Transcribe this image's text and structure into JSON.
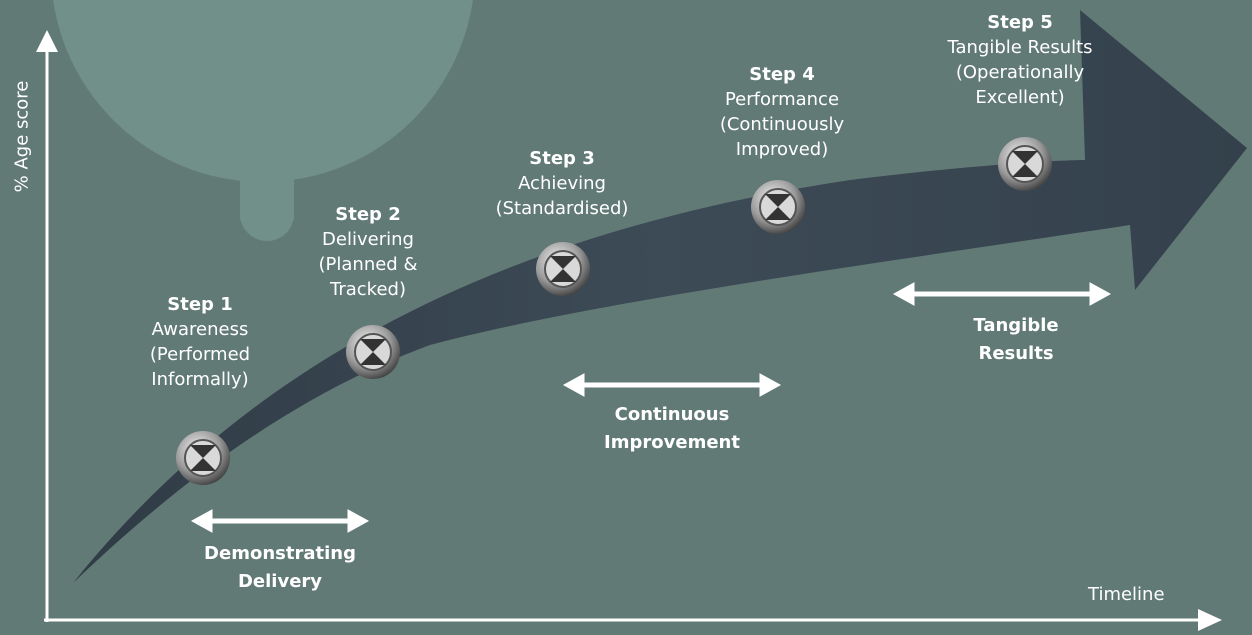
{
  "axes": {
    "x_label": "Timeline",
    "y_label": "% Age score"
  },
  "steps": [
    {
      "title": "Step 1",
      "lines": [
        "Awareness",
        "(Performed",
        "Informally)"
      ]
    },
    {
      "title": "Step 2",
      "lines": [
        "Delivering",
        "(Planned &",
        "Tracked)"
      ]
    },
    {
      "title": "Step 3",
      "lines": [
        "Achieving",
        "(Standardised)"
      ]
    },
    {
      "title": "Step 4",
      "lines": [
        "Performance",
        "(Continuously",
        "Improved)"
      ]
    },
    {
      "title": "Step 5",
      "lines": [
        "Tangible Results",
        "(Operationally",
        "Excellent)"
      ]
    }
  ],
  "phases": [
    {
      "lines": [
        "Demonstrating",
        "Delivery"
      ]
    },
    {
      "lines": [
        "Continuous",
        "Improvement"
      ]
    },
    {
      "lines": [
        "Tangible",
        "Results"
      ]
    }
  ],
  "colors": {
    "background": "#627a76",
    "arrow": "#3c4a55",
    "circle": "#71908a"
  }
}
